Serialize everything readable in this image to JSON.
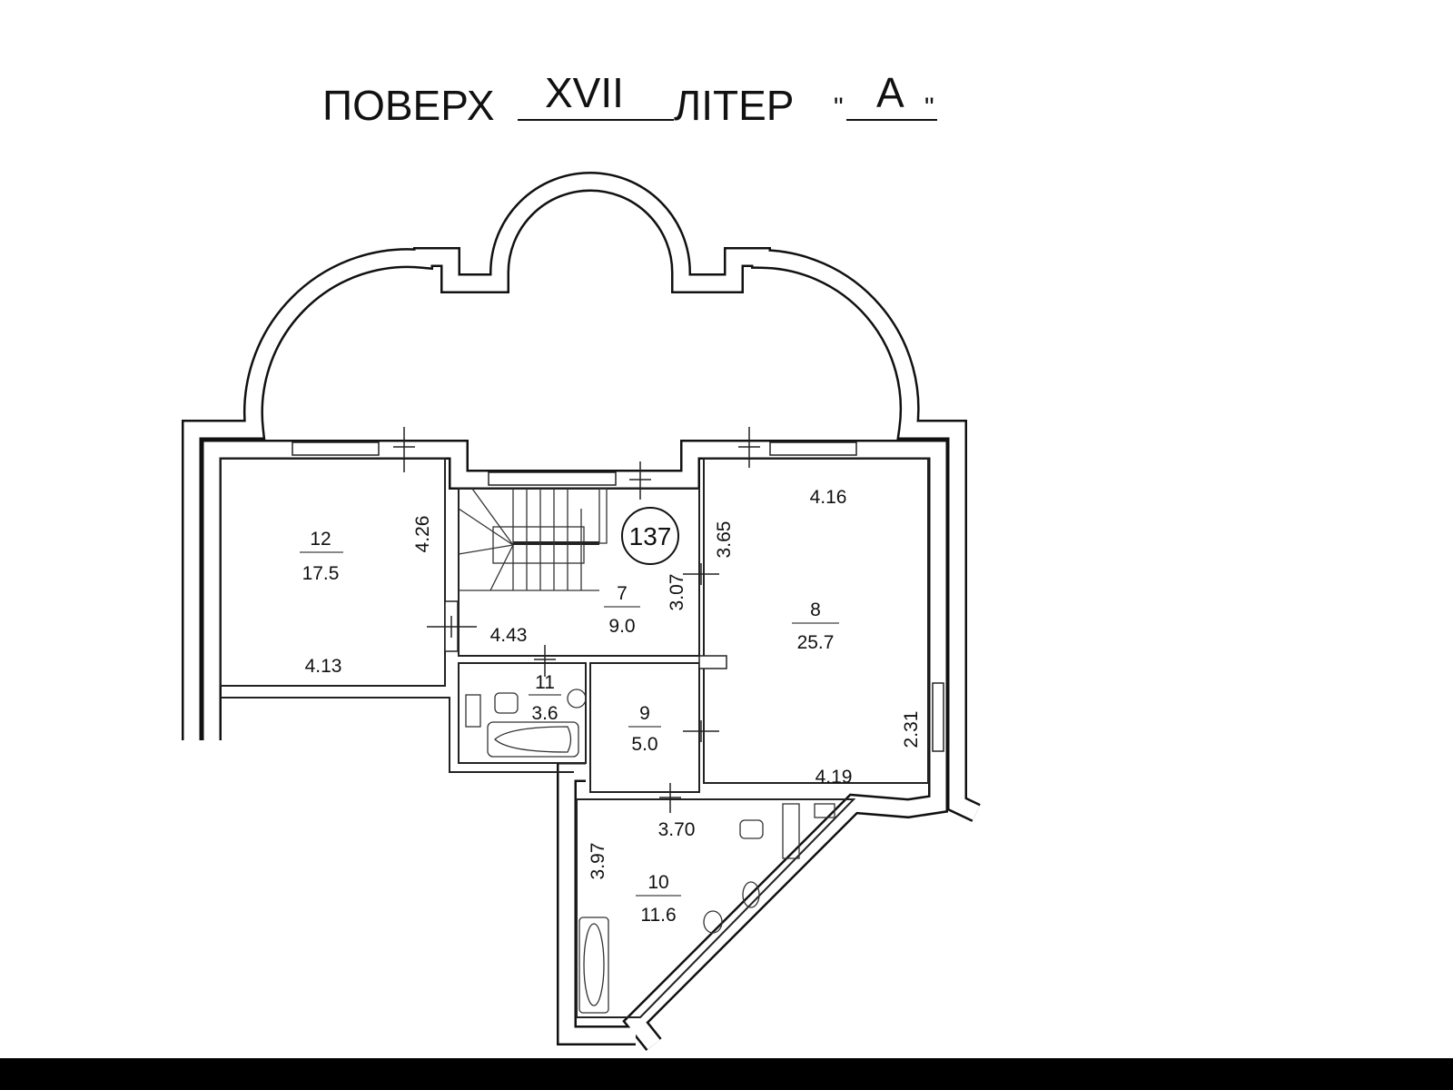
{
  "header": {
    "floor_label": "ПОВЕРХ",
    "floor_value": "XVII",
    "letter_label": "ЛІТЕР",
    "quote_open": "\"",
    "letter_value": "А",
    "quote_close": "\""
  },
  "apartment_number": "137",
  "rooms": [
    {
      "number": "12",
      "area": "17.5"
    },
    {
      "number": "7",
      "area": "9.0"
    },
    {
      "number": "8",
      "area": "25.7"
    },
    {
      "number": "11",
      "area": "3.6"
    },
    {
      "number": "9",
      "area": "5.0"
    },
    {
      "number": "10",
      "area": "11.6"
    }
  ],
  "dimensions": {
    "r12_height": "4.26",
    "r12_width": "4.13",
    "r7_width": "4.43",
    "r7_height": "3.07",
    "r8_height": "3.65",
    "r8_top": "4.16",
    "r8_bottom": "4.19",
    "r8_side": "2.31",
    "r10_width": "3.70",
    "r10_height": "3.97"
  }
}
